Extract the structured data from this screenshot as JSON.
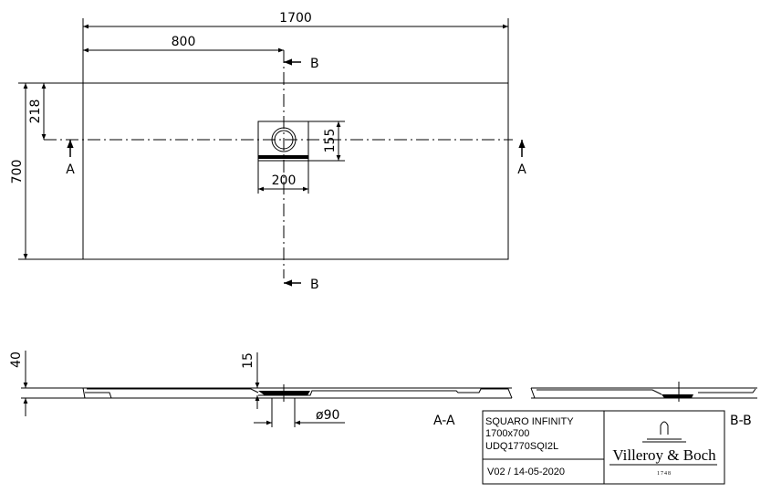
{
  "dimensions": {
    "total_length": "1700",
    "drain_offset_x": "800",
    "drain_offset_y": "218",
    "total_width": "700",
    "drain_box_width": "200",
    "drain_box_height": "155",
    "height": "40",
    "drain_depth": "15",
    "drain_diameter": "ø90"
  },
  "section_markers": {
    "a": "A",
    "b": "B",
    "section_aa": "A-A",
    "section_bb": "B-B"
  },
  "title_block": {
    "product_name": "SQUARO INFINITY",
    "size": "1700x700",
    "article_number": "UDQ1770SQI2L",
    "version": "V02 / 14-05-2020",
    "brand": "Villeroy & Boch",
    "brand_year": "1748"
  }
}
